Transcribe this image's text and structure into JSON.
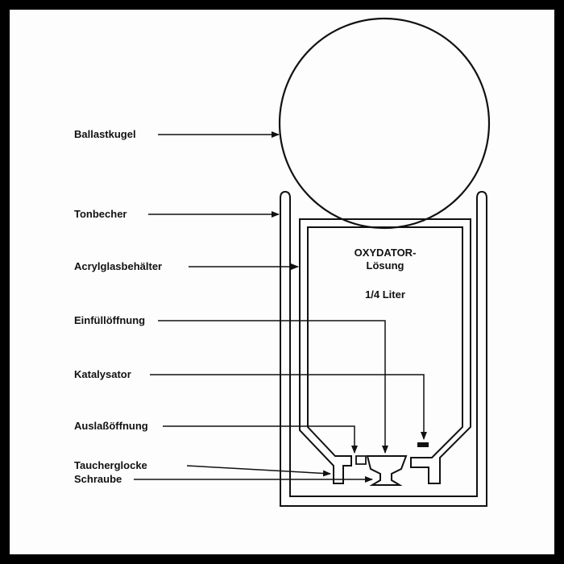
{
  "labels": {
    "ballast_sphere": "Ballastkugel",
    "clay_cup": "Tonbecher",
    "acrylic_container": "Acrylglasbehälter",
    "fill_opening": "Einfüllöffnung",
    "catalyst": "Katalysator",
    "outlet_opening": "Auslaßöffnung",
    "diving_bell": "Taucherglocke",
    "screw": "Schraube"
  },
  "container_text": {
    "line1": "OXYDATOR-",
    "line2": "Lösung",
    "volume": "1/4 Liter"
  },
  "colors": {
    "frame_border": "#000000",
    "background": "#fdfdfd",
    "ink": "#111111"
  }
}
